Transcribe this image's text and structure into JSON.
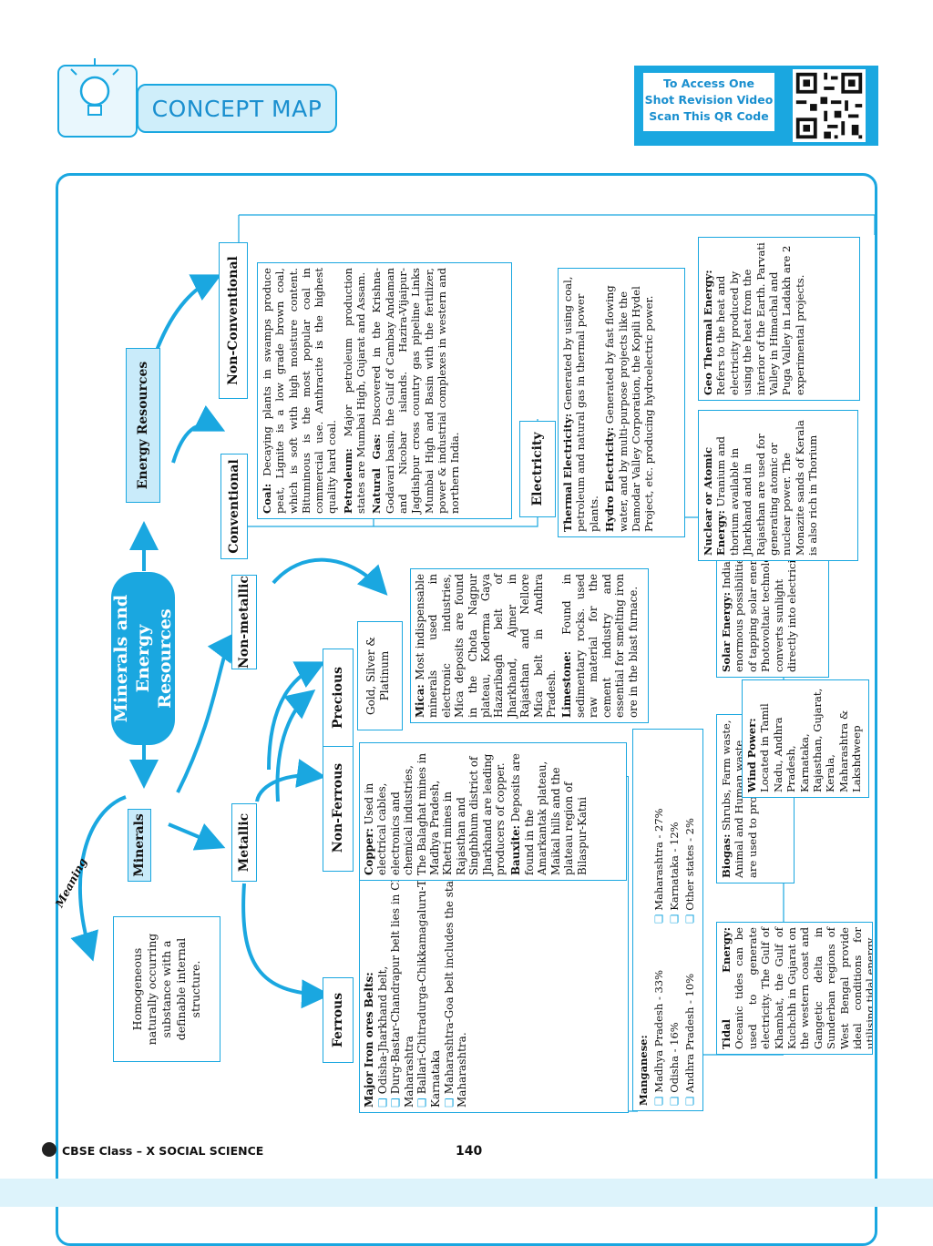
{
  "header": {
    "title": "CONCEPT MAP",
    "qr_note_lines": [
      "To Access One",
      "Shot Revision Video",
      "Scan This QR Code"
    ]
  },
  "center": {
    "line1": "Minerals and",
    "line2": "Energy Resources"
  },
  "minerals": {
    "label": "Minerals",
    "meaning_label": "Meaning",
    "meaning": "Homogeneous naturally occurring substance with a definable internal structure.",
    "metallic": "Metallic",
    "non_metallic": "Non-metallic",
    "ferrous": "Ferrous",
    "non_ferrous": "Non-Ferrous",
    "precious": "Precious",
    "precious_list": "Gold, Silver & Platinum",
    "iron": {
      "title": "Major Iron ores Belts:",
      "items": [
        "Odisha-Jharkhand belt,",
        "Durg-Bastar-Chandrapur belt lies in Chhattisgarh and Maharashtra",
        "Ballari-Chitradurga-Chikkamagaluru-Tumakuru belt in Karnataka",
        "Maharashtra-Goa belt includes the state of Goa & Maharashtra."
      ]
    },
    "manganese": {
      "title": "Manganese:",
      "col1": [
        "Madhya Pradesh - 33%",
        "Odisha - 16%",
        "Andhra Pradesh - 10%"
      ],
      "col2": [
        "Maharashtra - 27%",
        "Karnataka - 12%",
        "Other states - 2%"
      ]
    },
    "copper": {
      "title": "Copper:",
      "text": "Used in electrical cables, electronics and chemical industries, The Balaghat mines in Madhya Pradesh, Khetri mines in Rajasthan and Singhbhum district of Jharkhand are leading producers of copper.",
      "bauxite_title": "Bauxite:",
      "bauxite_text": "Deposits are found in the Amarkantak plateau, Maikal hills and the plateau region of Bilaspur-Katni"
    },
    "mica": {
      "title": "Mica:",
      "text": "Most indispensable minerals used in electronic industries, Mica deposits are found in the Chota Nagpur plateau, Koderma Gaya Hazaribagh belt of Jharkhand, Ajmer in Rajasthan and Nellore Mica belt in Andhra Pradesh.",
      "lime_title": "Limestone:",
      "lime_text": "Found in sedimentary rocks. used raw material for the cement industry and essential for smelting iron ore in the blast furnace."
    }
  },
  "energy": {
    "label": "Energy Resources",
    "conventional": "Conventional",
    "non_conventional": "Non-Conventional",
    "electricity": "Electricity",
    "coal_title": "Coal:",
    "coal_text": "Decaying plants in swamps produce peat, Lignite is a low grade brown coal, which is soft with high moisture content. Bituminous is the most popular coal in commercial use. Anthracite is the highest quality hard coal.",
    "petroleum_title": "Petroleum:",
    "petroleum_text": "Major petroleum production states are Mumbai High, Gujarat and Assam.",
    "gas_title": "Natural Gas:",
    "gas_text": "Discovered in the Krishna-Godavari basin, the Gulf of Cambay Andaman and Nicobar islands. Hazira-Vijaipur-Jagdishpur cross country gas pipeline Links Mumbai High and Basin with the fertilizer, power & industrial complexes in western and northern India.",
    "thermal_title": "Thermal Electricity:",
    "thermal_text": "Generated by using coal, petroleum and natural gas in thermal power plants.",
    "hydro_title": "Hydro Electricity:",
    "hydro_text": "Generated by fast flowing water, and by multi-purpose projects like the Damodar Valley Corporation, the Kopili Hydel Project, etc. producing hydroelectric power.",
    "tidal_title": "Tidal Energy:",
    "tidal_text": "Oceanic tides can be used to generate electricity. The Gulf of Khambat, the Gulf of Kuchchh in Gujarat on the western coast and Gangetic delta in Sunderban regions of West Bengal provide ideal conditions for utilising tidal energy.",
    "biogas_title": "Biogas:",
    "biogas_text": "Shrubs, Farm waste, Animal and Human waste are used to produce biogas.",
    "wind_title": "Wind Power:",
    "wind_text": "Located in Tamil Nadu, Andhra Pradesh, Karnataka, Rajasthan, Gujarat, Kerala, Maharashtra & Lakshdweep",
    "solar_title": "Solar Energy:",
    "solar_text": "India has enormous possibilities of tapping solar energy. Photovoltaic technology converts sunlight directly into electricity",
    "nuclear_title": "Nuclear or Atomic Energy:",
    "nuclear_text": "Uranium and thorium available in Jharkhand and in Rajasthan are used for generating atomic or nuclear power. The Monazite sands of Kerala is also rich in Thorium",
    "geo_title": "Geo Thermal Energy:",
    "geo_text": "Refers to the heat and electricity produced by using the heat from the interior of the Earth. Parvati Valley in Himachal and Puga Valley in Ladakh are 2 experimental projects."
  },
  "footer": {
    "text": "CBSE Class – X SOCIAL SCIENCE",
    "page": "140"
  },
  "colors": {
    "accent": "#1aa7e0",
    "light": "#c9ebfa"
  }
}
